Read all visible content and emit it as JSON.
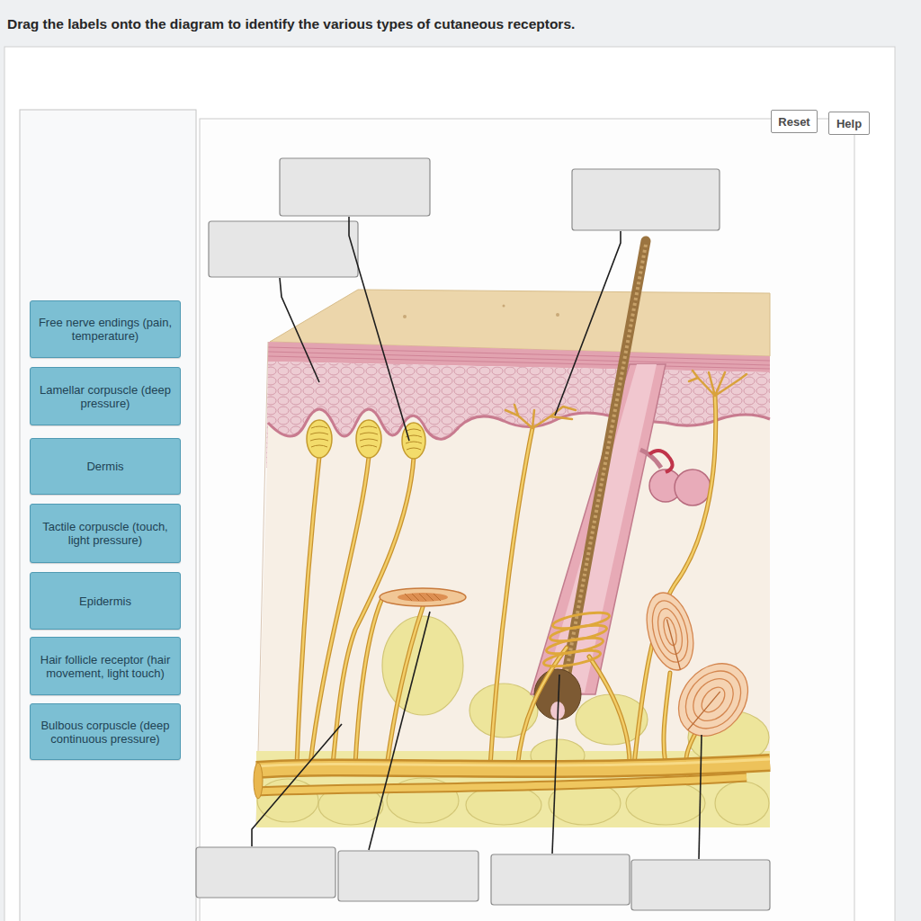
{
  "diagram": {
    "title": "Drag the labels onto the diagram to identify the various types of cutaneous receptors.",
    "nodes": [
      {
        "text": [
          "Reset"
        ]
      },
      {
        "text": [
          "Help"
        ]
      },
      {
        "text": [
          "Free nerve endings (pain, temperature)"
        ]
      },
      {
        "text": [
          "Lamellar corpuscle (deep pressure)"
        ]
      },
      {
        "text": [
          "Dermis"
        ]
      },
      {
        "text": [
          "Tactile corpuscle (touch, light pressure)"
        ]
      },
      {
        "text": [
          "Epidermis"
        ]
      },
      {
        "text": [
          "Hair follicle receptor (hair movement, light touch)"
        ]
      },
      {
        "text": [
          "Bulbous corpuscle (deep continuous pressure)"
        ]
      }
    ]
  }
}
